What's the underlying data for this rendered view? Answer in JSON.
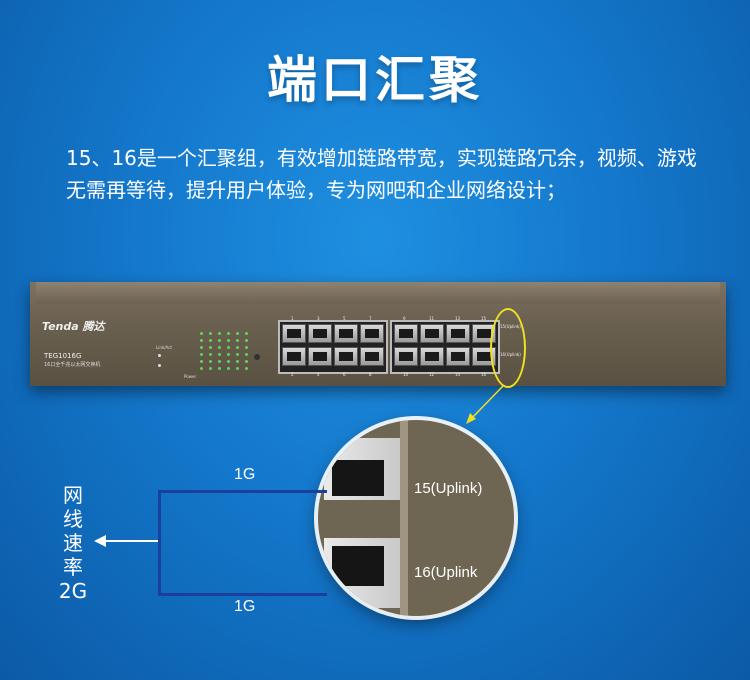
{
  "title": "端口汇聚",
  "description": "15、16是一个汇聚组，有效增加链路带宽，实现链路冗余，视频、游戏无需再等待，提升用户体验，专为网吧和企业网络设计；",
  "device": {
    "brand": "Tenda 腾达",
    "model": "TEG1016G",
    "model_desc": "16口全千兆以太网交换机",
    "led_labels": [
      "Link/Act",
      "Power"
    ],
    "top_port_numbers": [
      "1",
      "3",
      "5",
      "7",
      "9",
      "11",
      "13",
      "15"
    ],
    "bottom_port_numbers": [
      "2",
      "4",
      "6",
      "8",
      "10",
      "12",
      "14",
      "16"
    ],
    "uplink_labels": [
      "15(Uplink)",
      "16(Uplink)"
    ]
  },
  "zoom": {
    "labels": [
      "15(Uplink)",
      "16(Uplink"
    ]
  },
  "links": {
    "top_speed": "1G",
    "bottom_speed": "1G",
    "combined": [
      "网",
      "线",
      "速",
      "率",
      "2G"
    ]
  },
  "colors": {
    "background": "#1478cc",
    "bracket": "#1a3f9c",
    "highlight": "#f0e020"
  }
}
